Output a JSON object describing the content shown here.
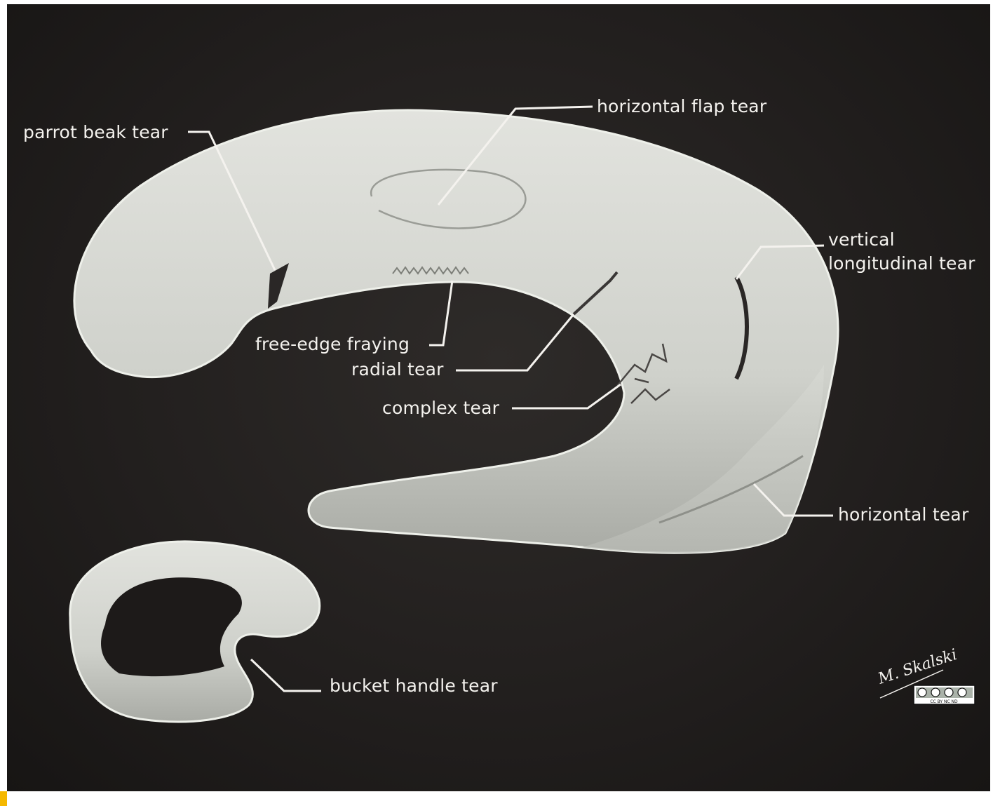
{
  "labels": {
    "horizontal_flap_tear": "horizontal flap tear",
    "parrot_beak_tear": "parrot beak tear",
    "vertical_longitudinal_tear_line1": "vertical",
    "vertical_longitudinal_tear_line2": "longitudinal tear",
    "free_edge_fraying": "free-edge fraying",
    "radial_tear": "radial tear",
    "complex_tear": "complex tear",
    "horizontal_tear": "horizontal tear",
    "bucket_handle_tear": "bucket handle tear"
  },
  "signature": "M. Skalski",
  "license_badge": "CC BY NC ND",
  "colors": {
    "background": "#221f1e",
    "meniscus": "#d4d6d0",
    "label_text": "#f4f2ee",
    "leader_line": "#f4f2ee",
    "corner_mark": "#f5b800"
  }
}
